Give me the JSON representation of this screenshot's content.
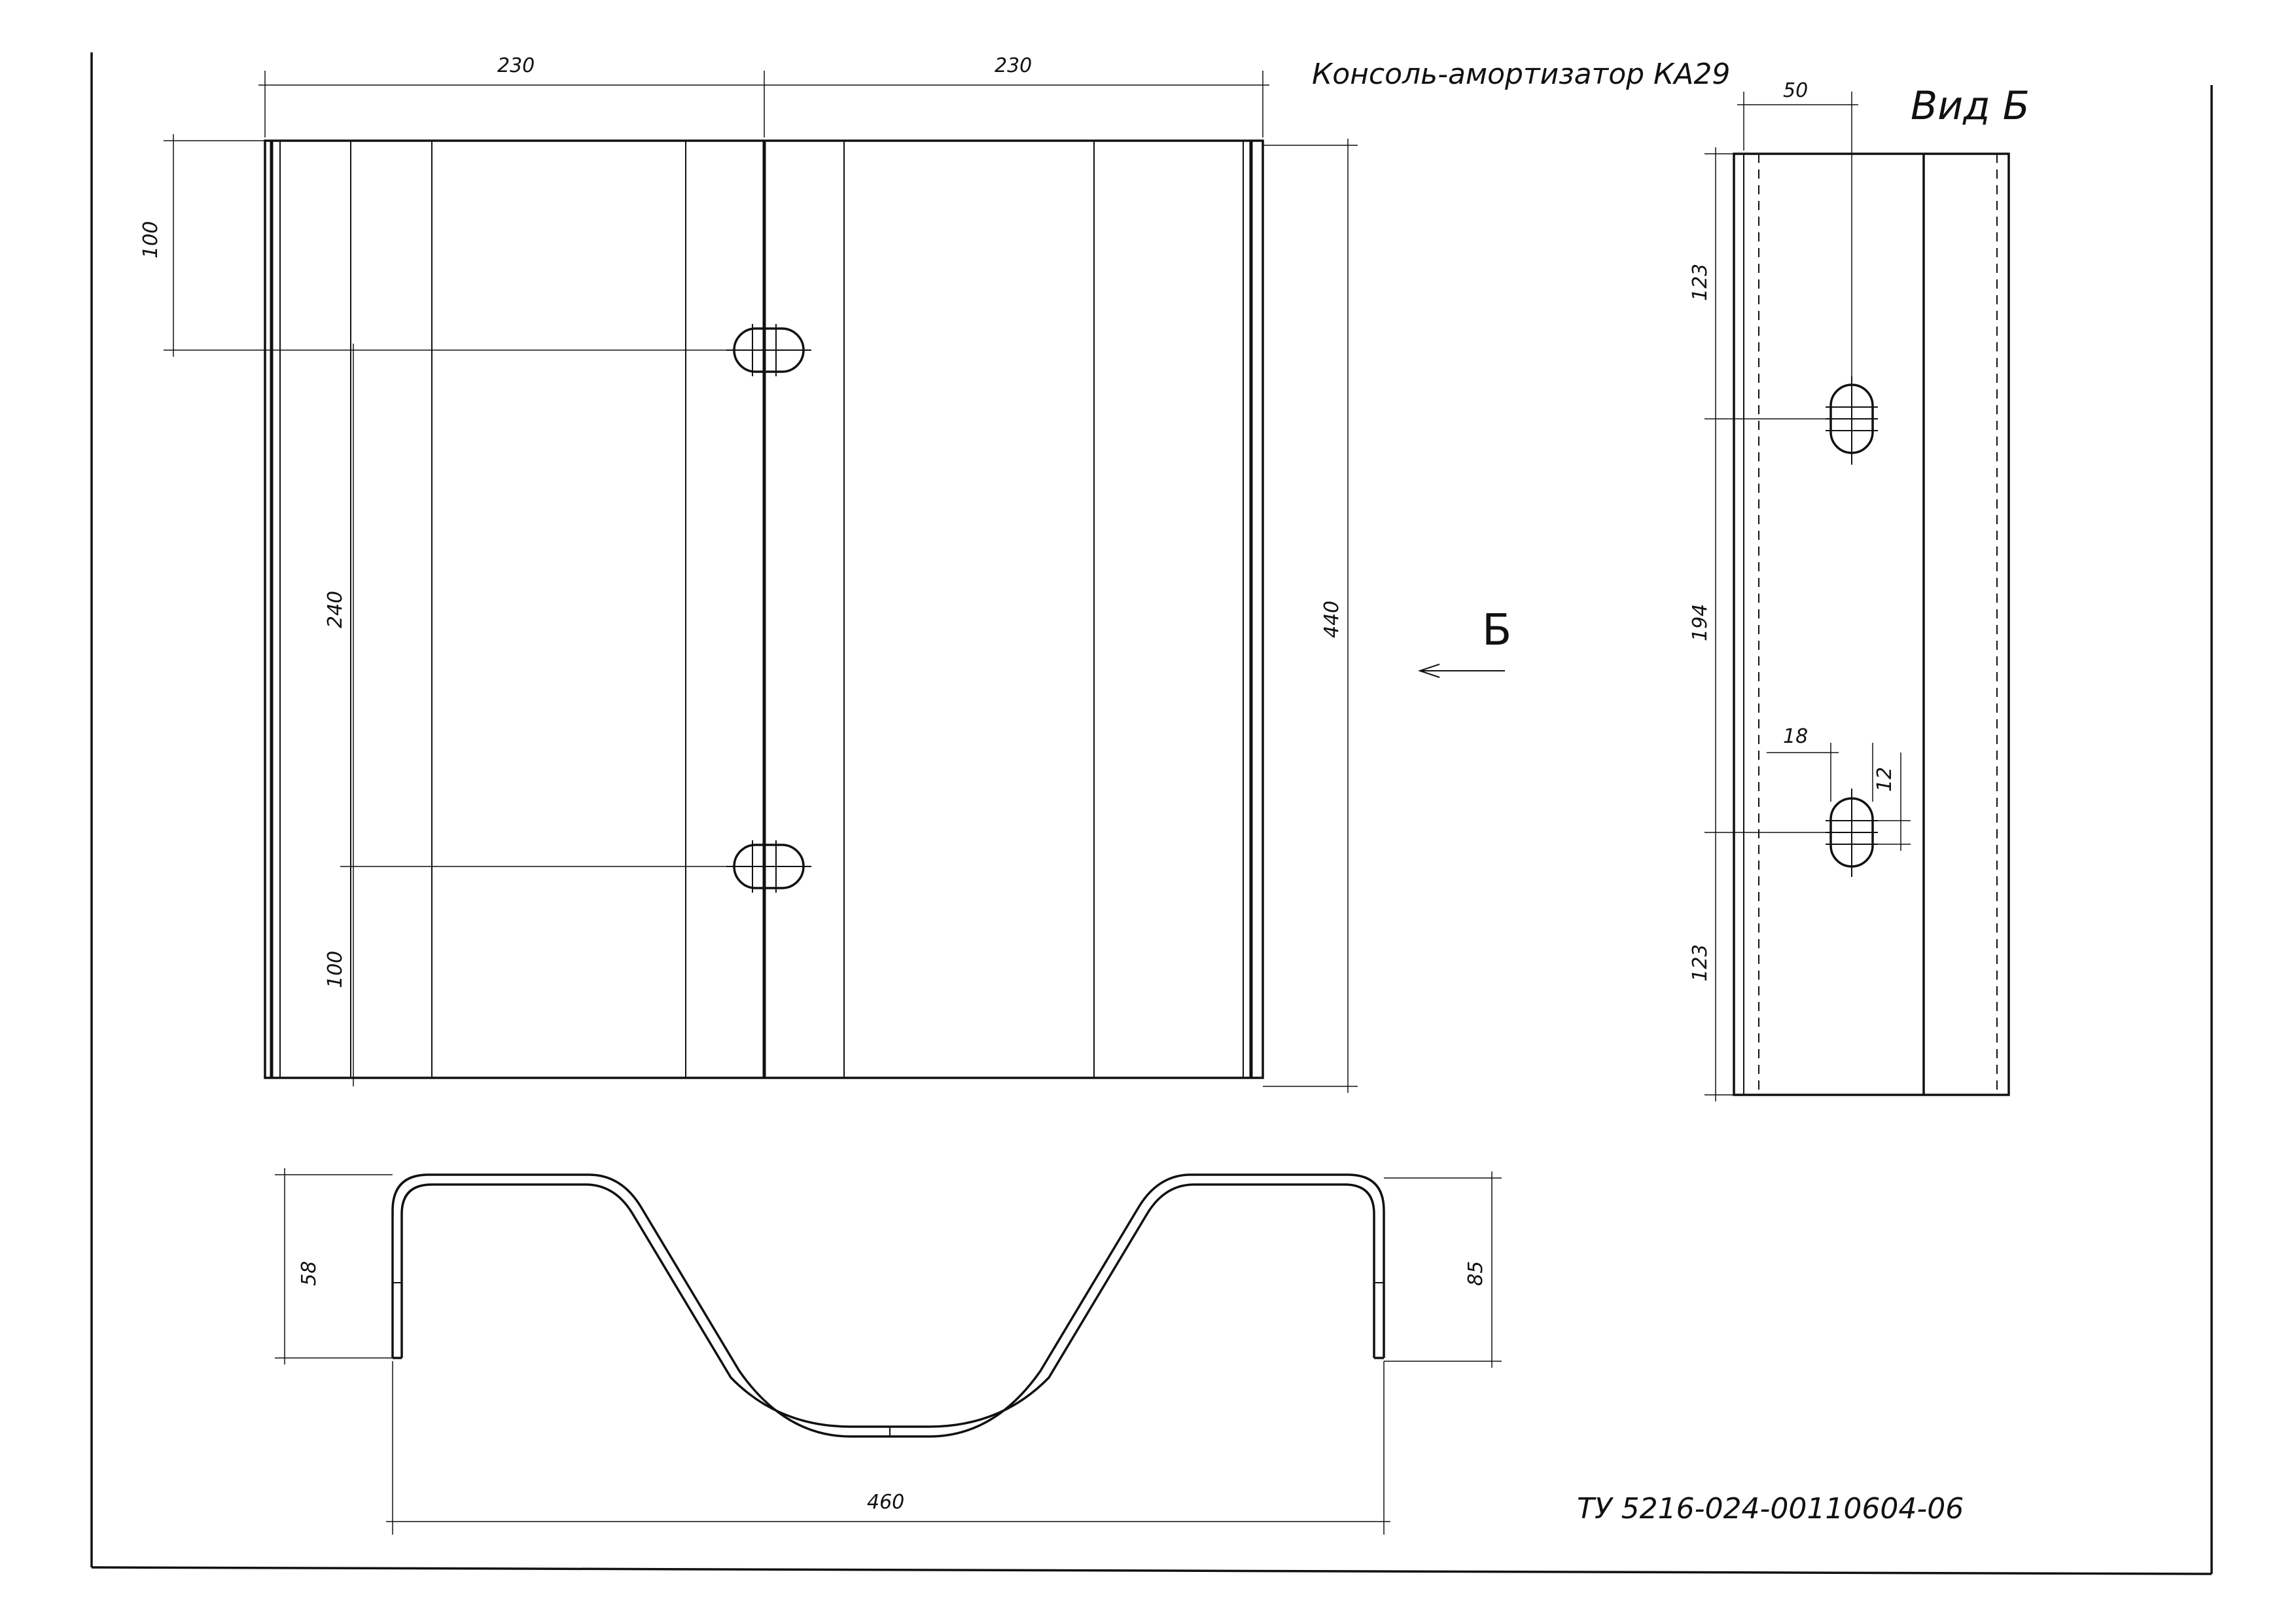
{
  "title": "Консоль-амортизатор КА29",
  "doc_number": "ТУ 5216-024-00110604-06",
  "view_label": "Вид Б",
  "view_arrow_letter": "Б",
  "dimensions": {
    "front_top_left": "230",
    "front_top_right": "230",
    "front_left_top": "100",
    "front_left_middle": "240",
    "front_left_bottom": "100",
    "front_right_height": "440",
    "side_top_width": "50",
    "side_left_top": "123",
    "side_left_middle": "194",
    "side_left_bottom": "123",
    "side_slot_length": "18",
    "side_slot_width": "12",
    "profile_left_height": "58",
    "profile_right_height": "85",
    "profile_width": "460"
  }
}
